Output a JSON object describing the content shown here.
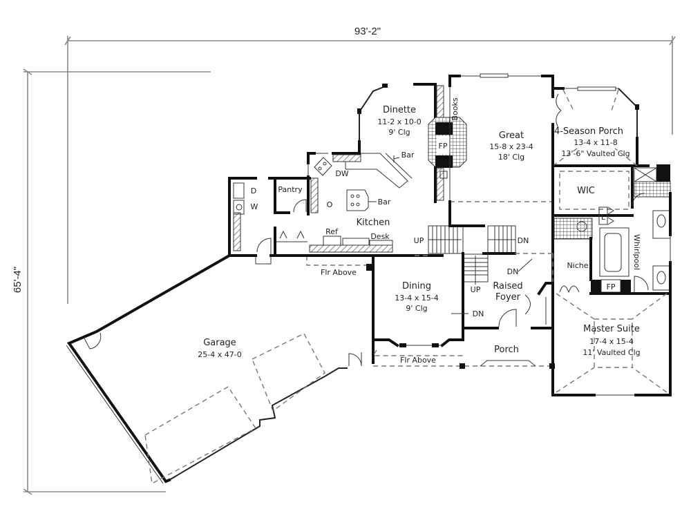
{
  "dimensions": {
    "width": "93'-2\"",
    "depth": "65'-4\""
  },
  "rooms": {
    "dinette": {
      "name": "Dinette",
      "size": "11-2 x 10-0",
      "ceiling": "9' Clg"
    },
    "great": {
      "name": "Great",
      "size": "15-8 x 23-4",
      "ceiling": "18' Clg"
    },
    "four_season_porch": {
      "name": "4-Season Porch",
      "size": "13-4 x 11-8",
      "ceiling": "13'-6\" Vaulted Clg"
    },
    "wic": {
      "name": "WIC"
    },
    "kitchen": {
      "name": "Kitchen"
    },
    "pantry": {
      "name": "Pantry"
    },
    "dining": {
      "name": "Dining",
      "size": "13-4 x 15-4",
      "ceiling": "9' Clg"
    },
    "raised_foyer": {
      "name_line1": "Raised",
      "name_line2": "Foyer"
    },
    "master_suite": {
      "name": "Master Suite",
      "size": "17-4 x 15-4",
      "ceiling": "11' Vaulted Clg"
    },
    "garage": {
      "name": "Garage",
      "size": "25-4 x 47-0"
    },
    "porch": {
      "name": "Porch"
    },
    "niche": {
      "name": "Niche"
    }
  },
  "annotations": {
    "books": "Books",
    "fp": "FP",
    "fp_master": "FP",
    "bar_dinette": "Bar",
    "bar_kitchen": "Bar",
    "dw": "DW",
    "ref": "Ref",
    "desk": "Desk",
    "dryer": "D",
    "washer": "W",
    "oven": "O",
    "linen": "L",
    "whirlpool": "Whirlpool",
    "flr_above_1": "Flr Above",
    "flr_above_2": "Flr Above",
    "stair_up_1": "UP",
    "stair_dn_1": "DN",
    "stair_up_2": "UP",
    "stair_dn_2": "DN",
    "stair_dn_3": "DN"
  }
}
